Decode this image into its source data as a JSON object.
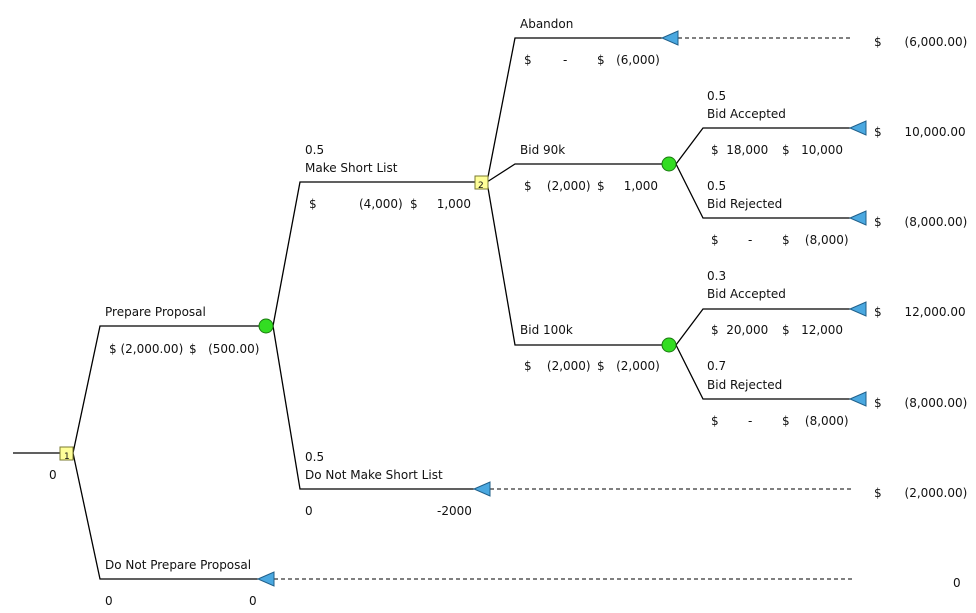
{
  "colors": {
    "decision_node": "#ffff99",
    "chance_node": "#33dd22",
    "terminal_node": "#4aa8e0",
    "line": "#000000"
  },
  "root": {
    "value": "0",
    "node_id": "1"
  },
  "prepare": {
    "label": "Prepare Proposal",
    "cost": "$ (2,000.00)",
    "ev": "$   (500.00)"
  },
  "short_list": {
    "prob": "0.5",
    "label": "Make Short List",
    "cost_currency": "$",
    "cost": "(4,000)",
    "ev": "$     1,000",
    "node_id": "2"
  },
  "no_short_list": {
    "prob": "0.5",
    "label": "Do Not Make Short List",
    "cost": "0",
    "value": "-2000",
    "payoff": "$      (2,000.00)"
  },
  "not_prepare": {
    "label": "Do Not Prepare Proposal",
    "cost": "0",
    "value": "0",
    "payoff": "0"
  },
  "abandon": {
    "label": "Abandon",
    "cost_currency": "$",
    "cost": "-",
    "value": "$   (6,000)",
    "payoff": "$      (6,000.00)"
  },
  "bid90": {
    "label": "Bid 90k",
    "cost": "$    (2,000)",
    "ev": "$     1,000",
    "accepted": {
      "prob": "0.5",
      "label": "Bid Accepted",
      "cost": "$  18,000",
      "value": "$   10,000",
      "payoff": "$      10,000.00"
    },
    "rejected": {
      "prob": "0.5",
      "label": "Bid Rejected",
      "cost_currency": "$",
      "cost": "-",
      "value": "$    (8,000)",
      "payoff": "$      (8,000.00)"
    }
  },
  "bid100": {
    "label": "Bid 100k",
    "cost": "$    (2,000)",
    "ev": "$   (2,000)",
    "accepted": {
      "prob": "0.3",
      "label": "Bid Accepted",
      "cost": "$  20,000",
      "value": "$   12,000",
      "payoff": "$      12,000.00"
    },
    "rejected": {
      "prob": "0.7",
      "label": "Bid Rejected",
      "cost_currency": "$",
      "cost": "-",
      "value": "$    (8,000)",
      "payoff": "$      (8,000.00)"
    }
  }
}
